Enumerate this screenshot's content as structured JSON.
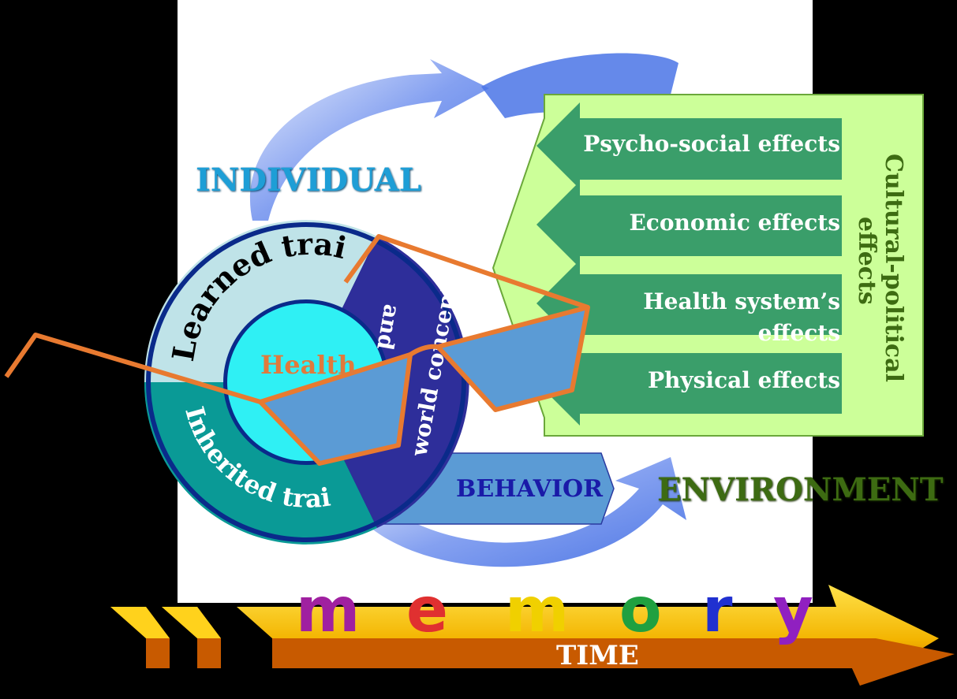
{
  "individual": "INDIVIDUAL",
  "environment": "ENVIRONMENT",
  "behavior": "BEHAVIOR",
  "health": "Health",
  "learned_traits": "Learned traits",
  "inherited_traits": "Inherited traits",
  "world_concept": "world concept",
  "values_and": "and",
  "effects": [
    "Psycho-social effects",
    "Economic effects",
    "Health system’s effects",
    "Physical effects"
  ],
  "cultural_political": "Cultural-political",
  "effects_word": "effects",
  "memory_letters": [
    "m",
    "e",
    "m",
    "o",
    "r",
    "y"
  ],
  "time": "TIME",
  "colors": {
    "individual": "#1e9ed6",
    "environment": "#3d6b12",
    "behavior": "#1a1aa8",
    "health": "#e07a3c",
    "effect_arrow": "#3a9e6a",
    "effects_panel": "#ccff99",
    "memory": [
      "#a020a0",
      "#e03030",
      "#f0d000",
      "#20a040",
      "#2030d0",
      "#9020c0"
    ]
  }
}
